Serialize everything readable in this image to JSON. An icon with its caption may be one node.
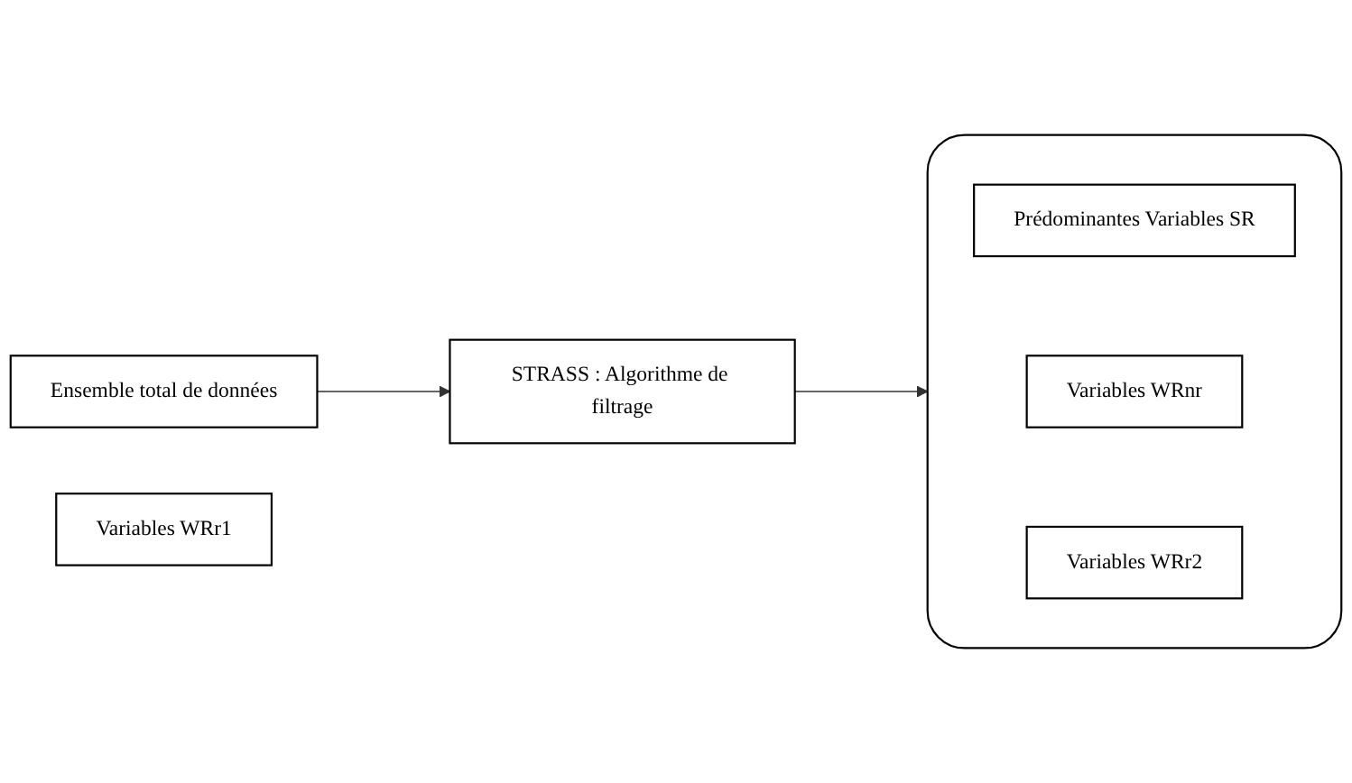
{
  "diagram": {
    "nodes": [
      {
        "text": [
          "Ensemble total de données"
        ]
      },
      {
        "text": [
          "STRASS : Algorithme de filtrage"
        ]
      },
      {
        "text": [],
        "shape": "box"
      },
      {
        "text": [
          "Variables WRr1"
        ]
      },
      {
        "text": [
          "Prédominantes Variables SR"
        ],
        "in": 2
      },
      {
        "text": [
          "Variables WRnr"
        ],
        "in": 2
      },
      {
        "text": [
          "Variables WRr2"
        ],
        "in": 2
      }
    ],
    "edges": [
      {
        "from": 0,
        "to": 1,
        "arrow": "to"
      },
      {
        "from": 1,
        "to": 2,
        "arrow": "to"
      }
    ]
  }
}
